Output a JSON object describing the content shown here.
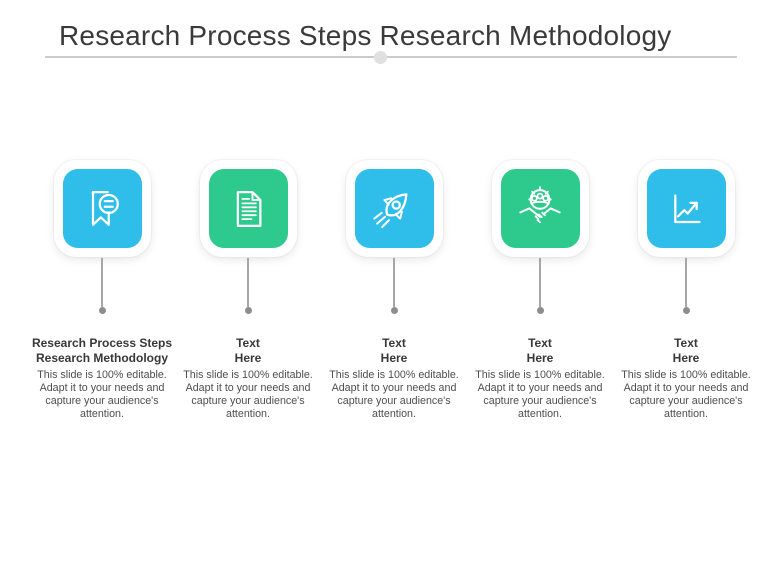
{
  "slide": {
    "title": "Research Process Steps Research Methodology"
  },
  "colors": {
    "accent_blue": "#2fbde9",
    "accent_green": "#2ec98c",
    "card_background": "#ffffff",
    "title_text": "#3a3a3a",
    "heading_text": "#383838",
    "body_text": "#4e4e4e",
    "divider_line": "#cccccc",
    "divider_dot": "#e0e0e0",
    "connector_line": "#a6a6a6",
    "connector_dot": "#8d8d8d"
  },
  "columns": [
    {
      "icon": "certificate-icon",
      "color": "#2fbde9",
      "heading": "Research Process Steps\nResearch Methodology",
      "body": "This slide is 100% editable. Adapt it to your needs and capture your audience's attention."
    },
    {
      "icon": "document-icon",
      "color": "#2ec98c",
      "heading": "Text\nHere",
      "body": "This slide is 100% editable. Adapt it to your needs and capture your audience's attention."
    },
    {
      "icon": "rocket-icon",
      "color": "#2fbde9",
      "heading": "Text\nHere",
      "body": "This slide is 100% editable. Adapt it to your needs and capture your audience's attention."
    },
    {
      "icon": "handshake-icon",
      "color": "#2ec98c",
      "heading": "Text\nHere",
      "body": "This slide is 100% editable. Adapt it to your needs and capture your audience's attention."
    },
    {
      "icon": "line-chart-icon",
      "color": "#2fbde9",
      "heading": "Text\nHere",
      "body": "This slide is 100% editable. Adapt it to your needs and capture your audience's attention."
    }
  ]
}
